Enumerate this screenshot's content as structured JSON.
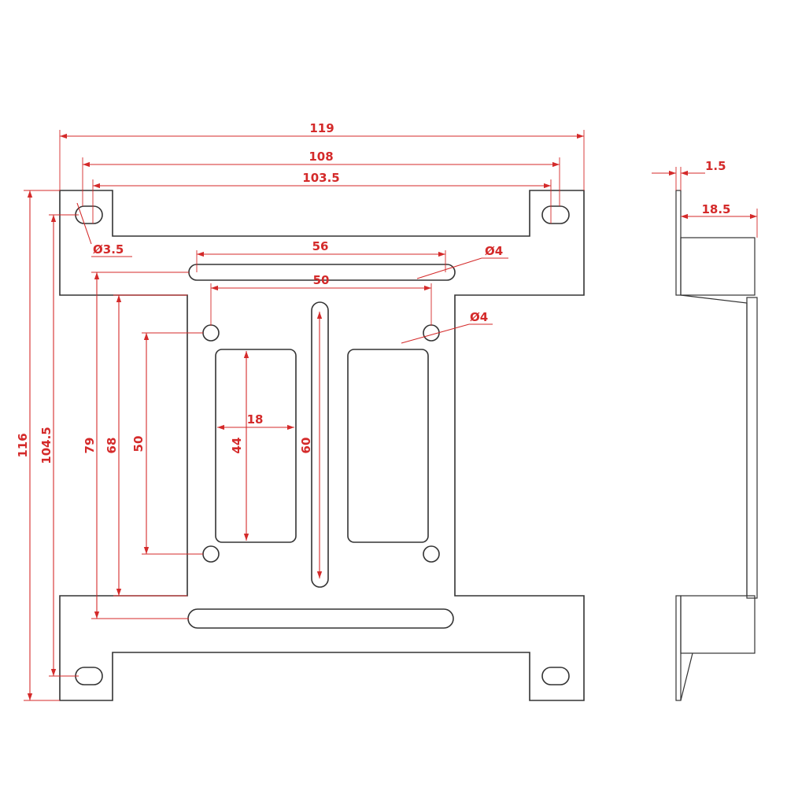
{
  "colors": {
    "outline": "#333333",
    "dimension": "#d42a2a",
    "background": "#ffffff"
  },
  "dimensions": {
    "overall_width": "119",
    "mount_hole_spacing": "108",
    "inner_hole_spacing": "103.5",
    "corner_hole_dia": "Ø3.5",
    "top_slot_length": "56",
    "slot_dia": "Ø4",
    "hole_spacing_50": "50",
    "hole_dia": "Ø4",
    "window_width": "18",
    "window_height": "44",
    "center_slot_length": "60",
    "hole_vertical_spacing": "50",
    "height_68": "68",
    "height_79": "79",
    "height_104_5": "104.5",
    "overall_height": "116",
    "thickness": "1.5",
    "flange_depth": "18.5"
  }
}
